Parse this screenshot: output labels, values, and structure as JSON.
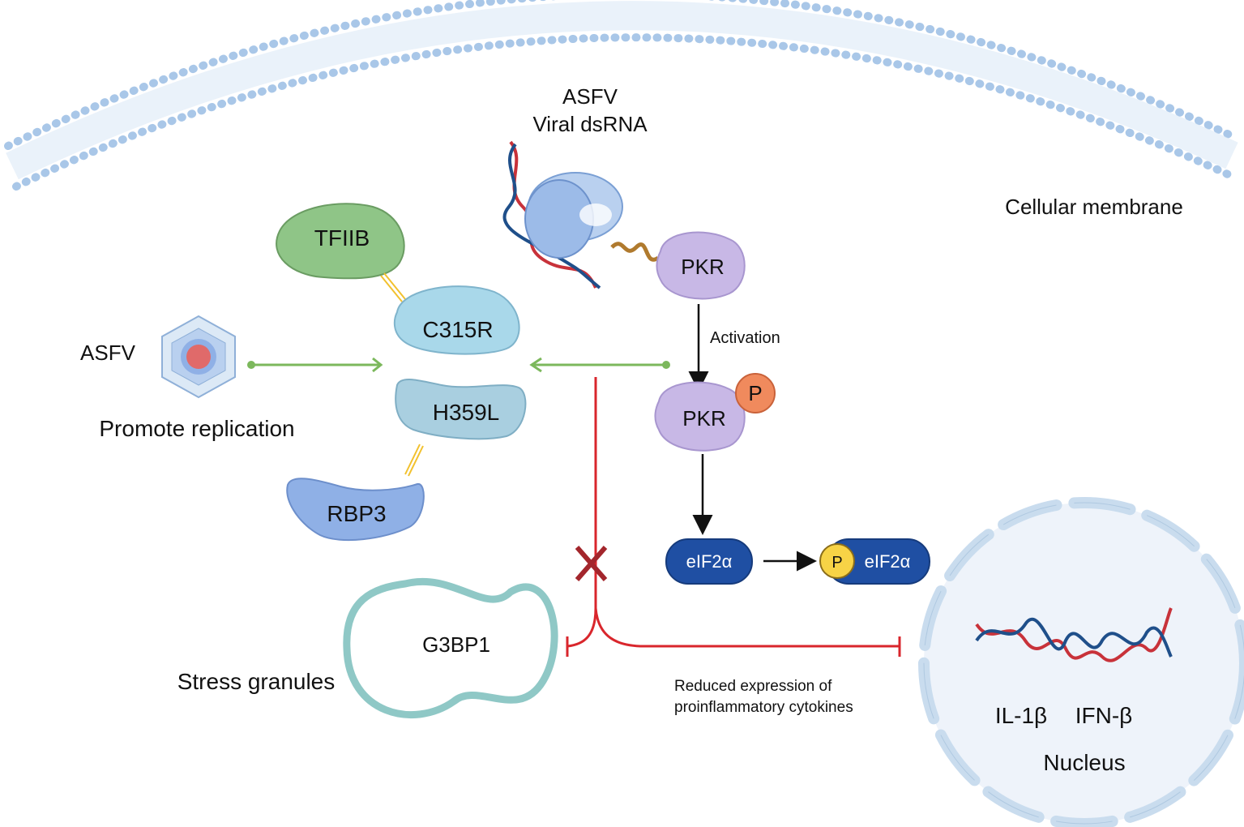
{
  "labels": {
    "asfv_dsrna_line1": "ASFV",
    "asfv_dsrna_line2": "Viral dsRNA",
    "cellular_membrane": "Cellular membrane",
    "tfiib": "TFIIB",
    "c315r": "C315R",
    "h359l": "H359L",
    "rbp3": "RBP3",
    "asfv_virus": "ASFV",
    "promote_replication": "Promote replication",
    "pkr": "PKR",
    "pkr_phos": "PKR",
    "phospho": "P",
    "activation": "Activation",
    "eif2a": "eIF2α",
    "eif2a_phos": "eIF2α",
    "eif2a_p": "P",
    "g3bp1": "G3BP1",
    "stress_granules": "Stress granules",
    "reduced_line1": "Reduced expression of",
    "reduced_line2": "proinflammatory cytokines",
    "il1b": "IL-1β",
    "ifnb": "IFN-β",
    "nucleus": "Nucleus"
  },
  "colors": {
    "membrane": "#a9c7e8",
    "tfiib": "#7fb97a",
    "c315r": "#a9d8ea",
    "h359l": "#a9cfe0",
    "rbp3": "#8fb0e6",
    "pkr": "#c8b8e6",
    "phospho_orange": "#f08a5d",
    "phospho_yellow": "#f7d346",
    "eif2a": "#1f4fa3",
    "inhibit_red": "#d9262c",
    "green_line": "#7cb85c",
    "nucleus_fill": "#eef3fa",
    "nucleus_segment": "#c9dcee",
    "g3bp1_ring": "#8fc8c6"
  },
  "icons": [
    "membrane-bilayer",
    "dsrna-helix",
    "virus-particle",
    "dna-helix",
    "cross-mark"
  ]
}
